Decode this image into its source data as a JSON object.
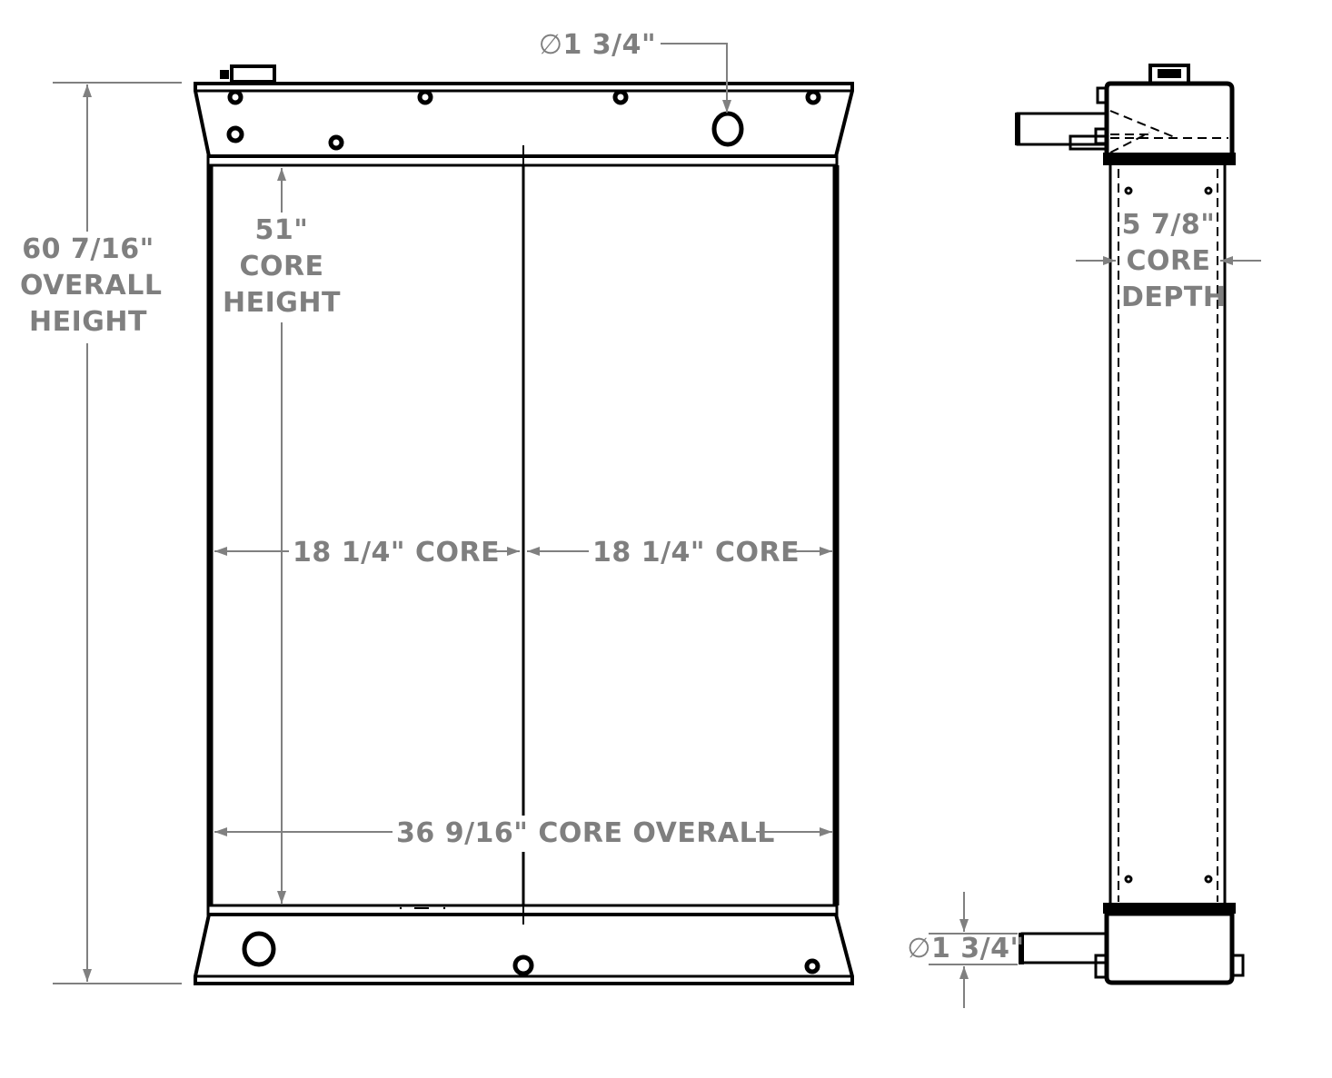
{
  "drawing": {
    "title": "Radiator dimensional drawing",
    "line_color": "#000000",
    "dimension_color": "#808080",
    "views": [
      "front-view",
      "side-view"
    ]
  },
  "dimensions": {
    "overall_height": {
      "value": "60 7/16\"",
      "line1": "OVERALL",
      "line2": "HEIGHT"
    },
    "core_height": {
      "value": "51\"",
      "line1": "CORE",
      "line2": "HEIGHT"
    },
    "core_left": {
      "label": "18 1/4\" CORE"
    },
    "core_right": {
      "label": "18 1/4\" CORE"
    },
    "core_overall": {
      "label": "36 9/16\" CORE OVERALL"
    },
    "inlet_diameter": {
      "symbol": "∅",
      "value": "1 3/4\""
    },
    "core_depth": {
      "value": "5 7/8\"",
      "line1": "CORE",
      "line2": "DEPTH"
    },
    "outlet_diameter": {
      "symbol": "∅",
      "value": "1 3/4\""
    }
  }
}
